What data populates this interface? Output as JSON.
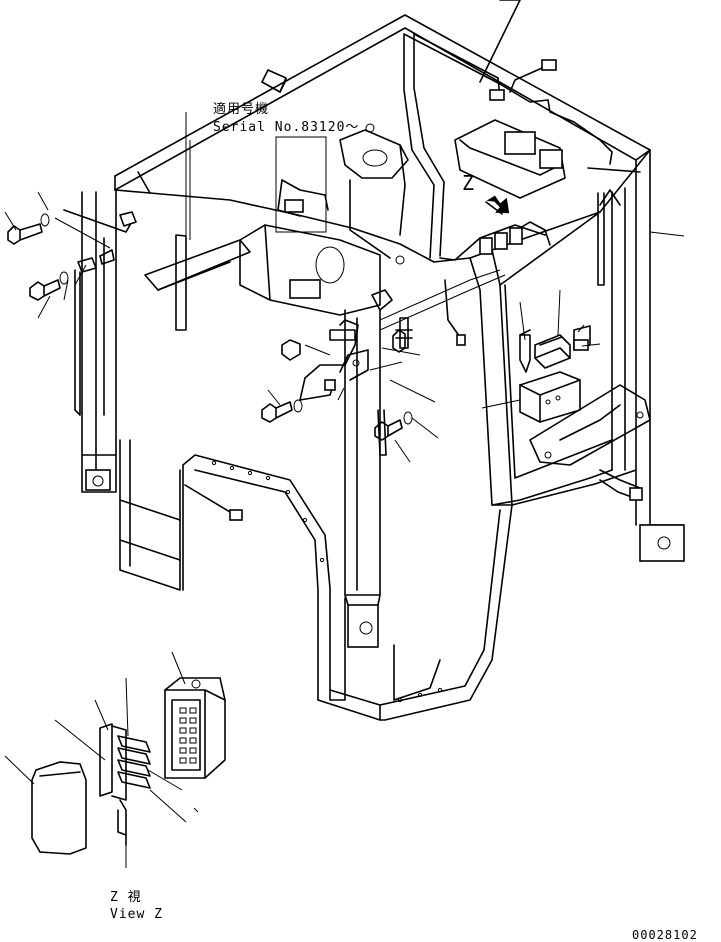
{
  "drawing": {
    "serial_note_jp": "適用号機",
    "serial_note_en": "Serial No.83120～",
    "view_marker": "Z",
    "view_caption_jp": "Z 視",
    "view_caption_en": "View Z",
    "drawing_number": "00028102"
  }
}
